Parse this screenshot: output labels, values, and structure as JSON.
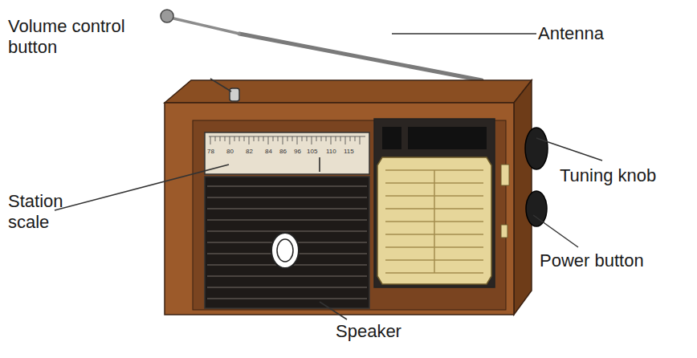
{
  "diagram": {
    "labels": [
      "Volume control button",
      "Antenna",
      "Station scale",
      "Tuning knob",
      "Power button",
      "Speaker",
      "78",
      "80",
      "82",
      "84",
      "86",
      "96",
      "105",
      "110",
      "115"
    ]
  }
}
